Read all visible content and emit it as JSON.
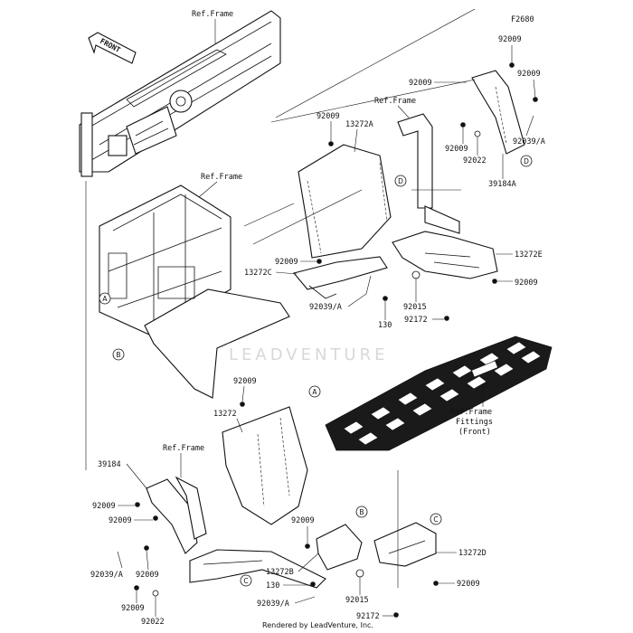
{
  "figure_code": "F2680",
  "front_arrow": "FRONT",
  "watermark": "LEADVENTURE",
  "footer": "Rendered by LeadVenture, Inc.",
  "ref_frame": "Ref.Frame",
  "ref_frame_fittings": [
    "Ref.Frame",
    "Fittings",
    "(Front)"
  ],
  "callouts": [
    "A",
    "B",
    "C",
    "D"
  ],
  "part_numbers": {
    "p92009": "92009",
    "p92039a": "92039/A",
    "p92022": "92022",
    "p39184a": "39184A",
    "p39184": "39184",
    "p13272a": "13272A",
    "p13272": "13272",
    "p13272b": "13272B",
    "p13272c": "13272C",
    "p13272d": "13272D",
    "p13272e": "13272E",
    "p92015": "92015",
    "p92172": "92172",
    "p130": "130"
  }
}
